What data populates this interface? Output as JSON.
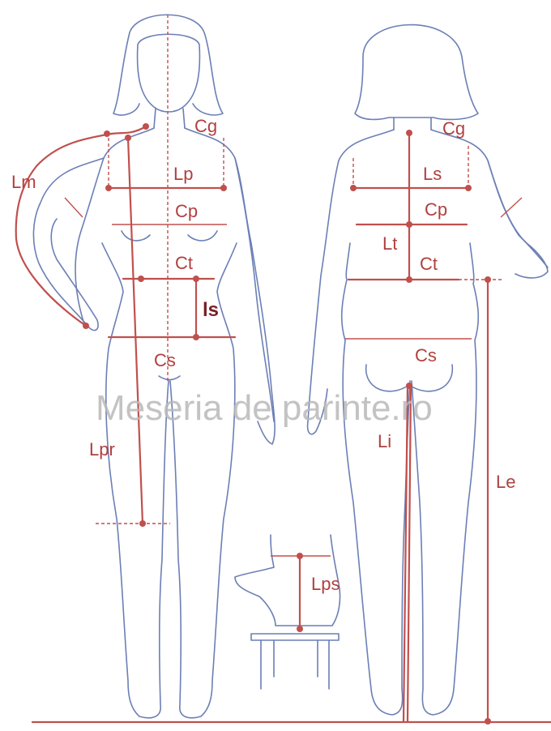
{
  "labels": {
    "front": {
      "cg": "Cg",
      "lm": "Lm",
      "lp": "Lp",
      "cp": "Cp",
      "ct": "Ct",
      "ls": "ls",
      "cs": "Cs",
      "lpr": "Lpr"
    },
    "back": {
      "cg": "Cg",
      "ls": "Ls",
      "cp": "Cp",
      "lt": "Lt",
      "ct": "Ct",
      "cs": "Cs",
      "li": "Li",
      "le": "Le"
    },
    "seated": {
      "lps": "Lps"
    }
  },
  "watermark": "Meseria de parinte.ro",
  "colors": {
    "measure": "#c0504d",
    "outline": "#6c7fb6",
    "label_dark": "#7a1f26",
    "watermark": "#b8b8b8"
  }
}
